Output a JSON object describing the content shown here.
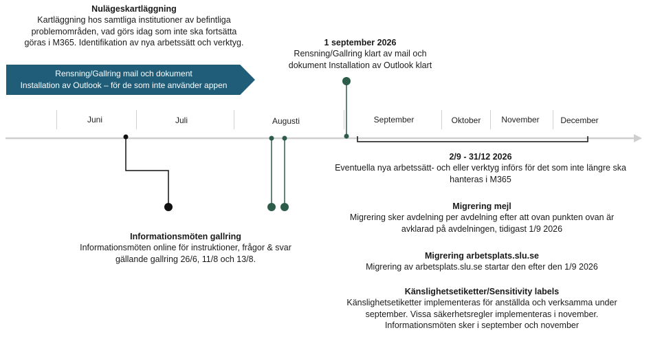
{
  "nulage": {
    "title": "Nulägeskartläggning",
    "lines": [
      "Kartläggning hos samtliga institutioner av befintliga",
      "problemområden, vad görs idag som inte ska fortsätta",
      "göras i M365. Identifikation av nya arbetssätt och verktyg."
    ]
  },
  "banner": {
    "line1": "Rensning/Gallring mail och dokument",
    "line2": "Installation av Outlook – för de som inte använder appen"
  },
  "milestone": {
    "title": "1 september 2026",
    "line1": "Rensning/Gallring klart av mail och",
    "line2": "dokument Installation av Outlook klart"
  },
  "months": {
    "juni": "Juni",
    "juli": "Juli",
    "augusti": "Augusti",
    "september": "September",
    "oktober": "Oktober",
    "november": "November",
    "december": "December"
  },
  "period": {
    "title": "2/9 - 31/12 2026",
    "line1": "Eventuella nya arbetssätt- och eller verktyg införs för det som inte längre ska",
    "line2": "hanteras i M365"
  },
  "info": {
    "title": "Informationsmöten gallring",
    "line1": "Informationsmöten online för instruktioner, frågor & svar",
    "line2": "gällande gallring 26/6, 11/8 och 13/8."
  },
  "mejl": {
    "title": "Migrering mejl",
    "line1": "Migrering sker avdelning per avdelning efter att ovan punkten ovan är",
    "line2": "avklarad på avdelningen, tidigast 1/9 2026"
  },
  "arbetsplats": {
    "title": "Migrering arbetsplats.slu.se",
    "line1": "Migrering av arbetsplats.slu.se startar den efter den 1/9 2026"
  },
  "kanslighet": {
    "title": "Känslighetsetiketter/Sensitivity labels",
    "line1": "Känslighetsetiketter implementeras för anställda och verksamma under",
    "line2": "september. Vissa säkerhetsregler implementeras i november.",
    "line3": "Informationsmöten sker i september och november"
  },
  "colors": {
    "banner": "#1f5d78",
    "marker_green": "#2e5c4a",
    "axis": "#cfcfcf"
  }
}
